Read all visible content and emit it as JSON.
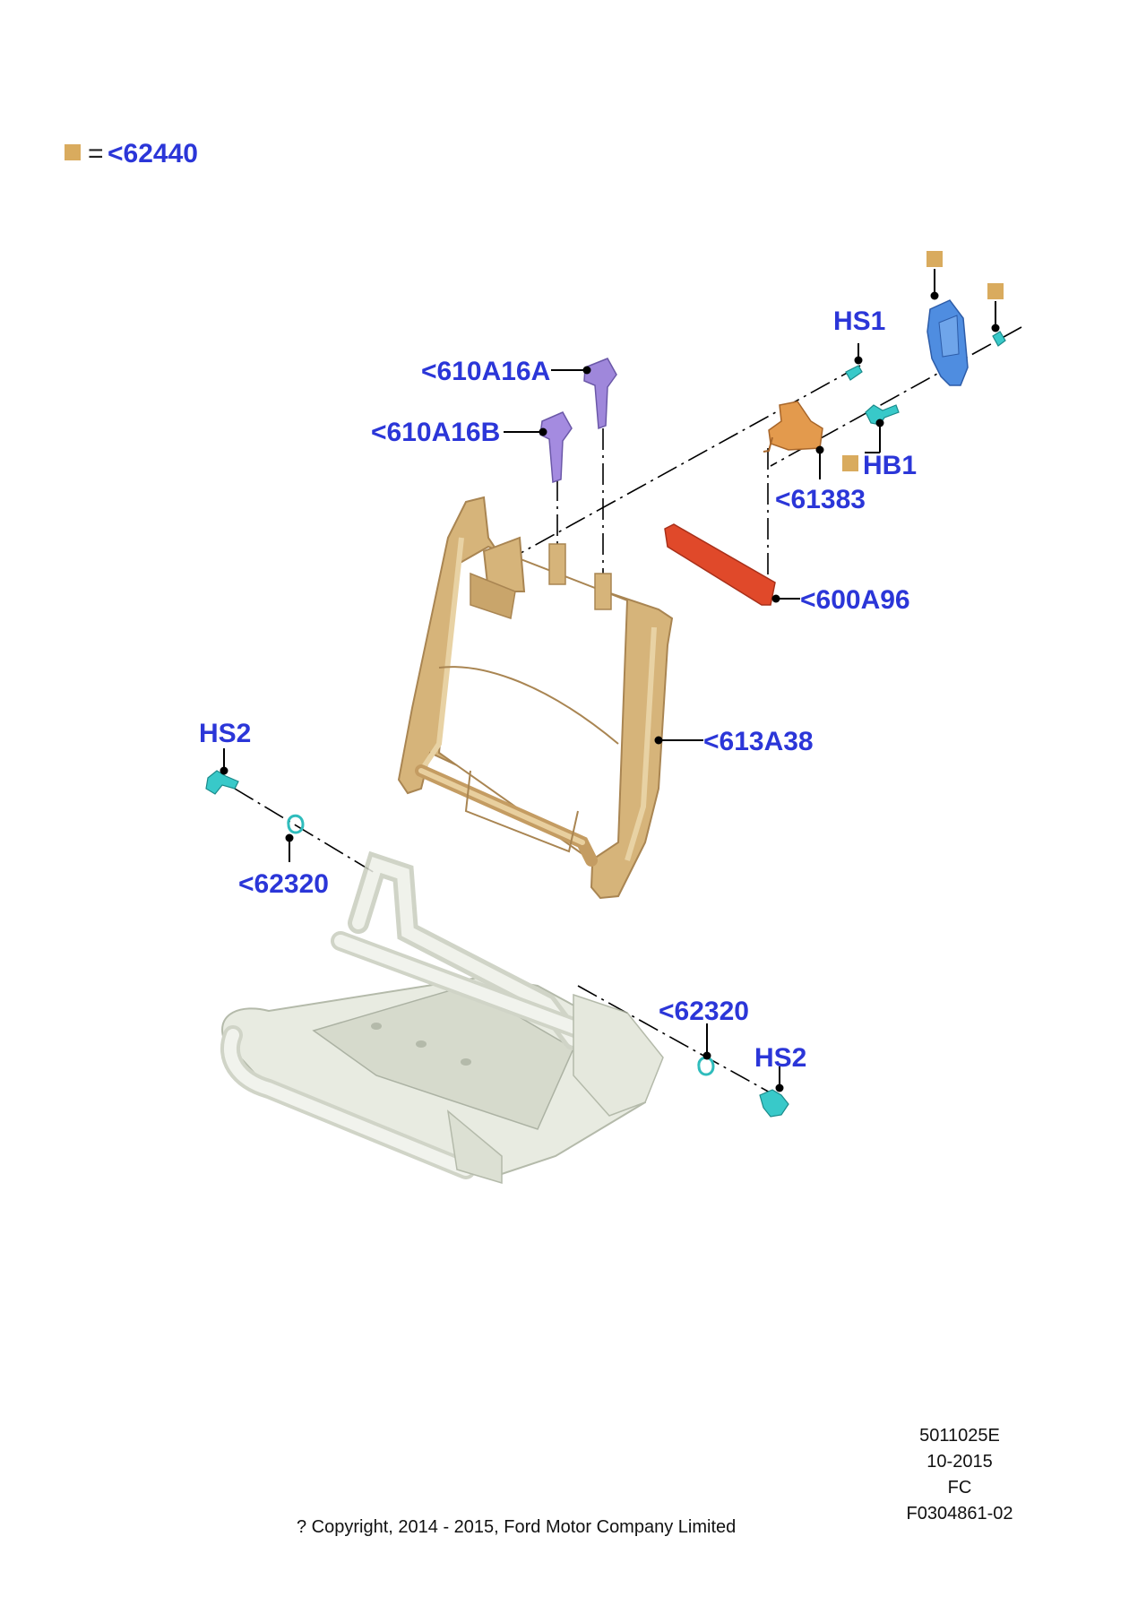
{
  "legend": {
    "equals": "=",
    "code": "<62440",
    "swatch_color": "#d9ab5e"
  },
  "callouts": {
    "a610A16A": "<610A16A",
    "a610A16B": "<610A16B",
    "hs1": "HS1",
    "hb1": "HB1",
    "a61383": "<61383",
    "a600A96": "<600A96",
    "a613A38": "<613A38",
    "hs2_left": "HS2",
    "a62320_left": "<62320",
    "a62320_right": "<62320",
    "hs2_right": "HS2"
  },
  "footer": {
    "ref1": "5011025E",
    "ref2": "10-2015",
    "ref3": "FC",
    "ref4": "F0304861-02",
    "copyright": "? Copyright, 2014 - 2015, Ford Motor Company Limited"
  },
  "colors": {
    "frame": "#d9b77c",
    "headrest_guide": "#a48be0",
    "hinge_bracket": "#e39a4d",
    "strap": "#e0492a",
    "latch": "#4f8de0",
    "fastener": "#38c9c9",
    "base_frame": "#dde2d4",
    "label": "#2b36d8"
  }
}
